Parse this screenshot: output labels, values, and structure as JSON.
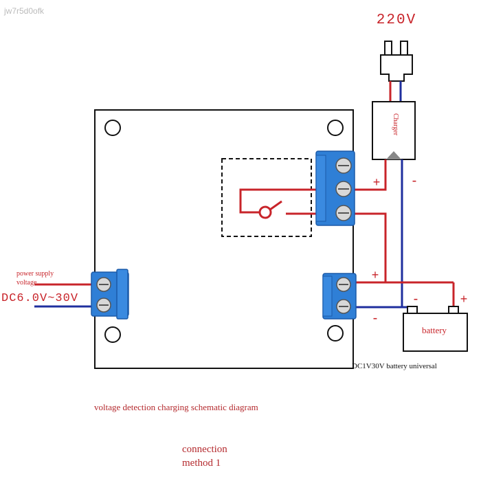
{
  "watermark": "jw7r5d0ofk",
  "mains": {
    "label": "220V"
  },
  "charger": {
    "label": "Charger",
    "plus": "+",
    "minus": "-"
  },
  "relay_terminal": {
    "plus": "+"
  },
  "output_terminal": {
    "plus": "+",
    "minus": "-"
  },
  "power_input": {
    "label_line1": "power supply",
    "label_line2": "voltage",
    "range": "DC6.0V~30V"
  },
  "battery": {
    "label": "battery",
    "plus": "+",
    "minus": "-",
    "range_note": "DC1V30V battery universal"
  },
  "caption": "voltage detection charging schematic diagram",
  "method": {
    "line1": "connection",
    "line2": "method 1"
  },
  "colors": {
    "wire_red": "#c8242a",
    "wire_blue": "#1f2f9e",
    "terminal_blue": "#2f7fd6",
    "label_red": "#b42a2e"
  }
}
